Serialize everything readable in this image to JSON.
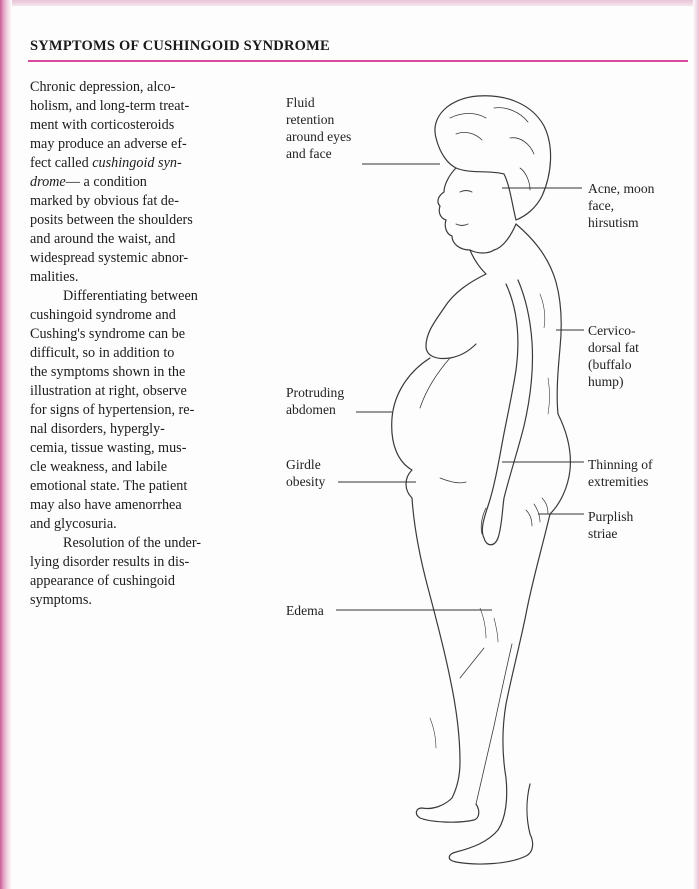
{
  "title": "SYMPTOMS OF CUSHINGOID SYNDROME",
  "body": {
    "p1_lines": [
      "Chronic depression, alco-",
      "holism, and long-term treat-",
      "ment with corticosteroids",
      "may produce an adverse ef-",
      "fect called ",
      "drome",
      "— a condition",
      "marked by obvious fat de-",
      "posits between the shoulders",
      "and around the waist, and",
      "widespread systemic abnor-",
      "malities."
    ],
    "p1_italic_a": "cushingoid syn-",
    "p2_lines": [
      "Differentiating between",
      "cushingoid syndrome and",
      "Cushing's syndrome can be",
      "difficult, so in addition to",
      "the symptoms shown in the",
      "illustration at right, observe",
      "for signs of hypertension, re-",
      "nal disorders, hypergly-",
      "cemia, tissue wasting, mus-",
      "cle weakness, and labile",
      "emotional state. The patient",
      "may also have amenorrhea",
      "and glycosuria."
    ],
    "p3_lines": [
      "Resolution of the under-",
      "lying disorder results in dis-",
      "appearance of cushingoid",
      "symptoms."
    ]
  },
  "labels": {
    "fluid": [
      "Fluid",
      "retention",
      "around eyes",
      "and face"
    ],
    "acne": [
      "Acne, moon",
      "face,",
      "hirsutism"
    ],
    "cervico": [
      "Cervico-",
      "dorsal fat",
      "(buffalo",
      "hump)"
    ],
    "abdomen": [
      "Protruding",
      "abdomen"
    ],
    "girdle": [
      "Girdle",
      "obesity"
    ],
    "thinning": [
      "Thinning of",
      "extremities"
    ],
    "striae": [
      "Purplish",
      "striae"
    ],
    "edema": [
      "Edema"
    ]
  },
  "colors": {
    "accent_rule": "#d94a9c",
    "frame": "#c85c95",
    "text": "#1c1c1c"
  }
}
